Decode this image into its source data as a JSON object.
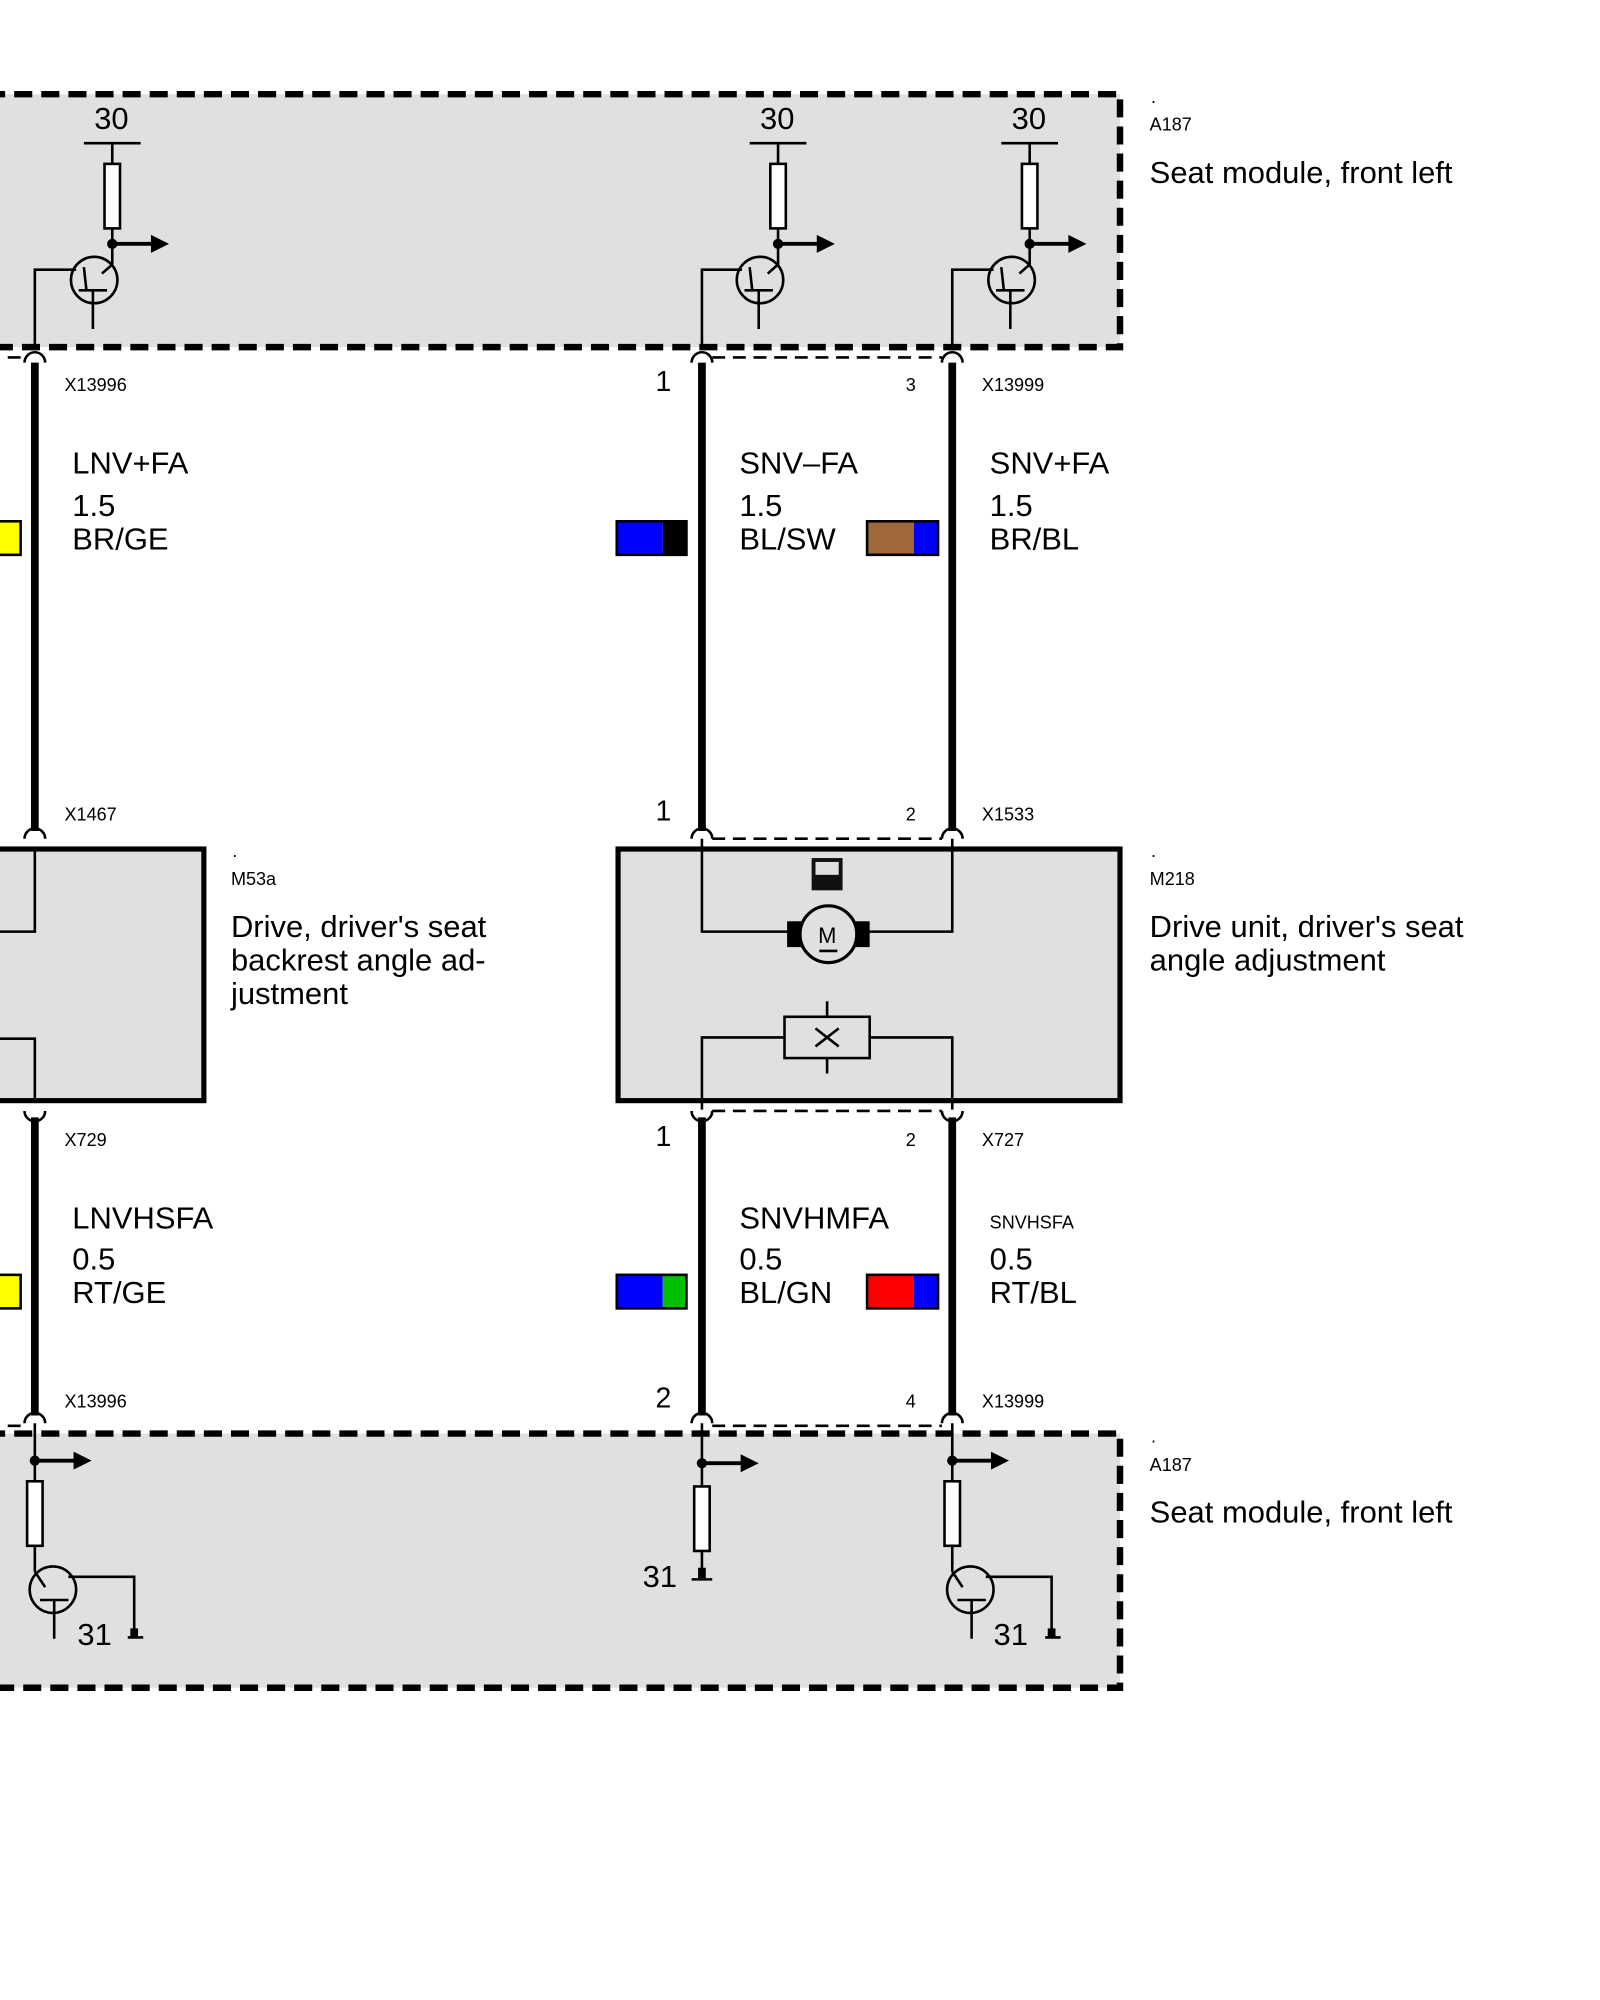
{
  "modules": {
    "top": {
      "dot": ".",
      "id": "A187",
      "name": "Seat module, front left",
      "terminals": [
        "30",
        "30",
        "30"
      ]
    },
    "bottom": {
      "dot": ".",
      "id": "A187",
      "name": "Seat module, front left",
      "terminals": [
        "31",
        "31",
        "31"
      ]
    }
  },
  "components": {
    "m53a": {
      "dot": ".",
      "id": "M53a",
      "name_lines": [
        "Drive, driver's seat",
        "backrest angle ad-",
        "justment"
      ]
    },
    "m218": {
      "dot": ".",
      "id": "M218",
      "name_lines": [
        "Drive unit, driver's seat",
        "angle adjustment"
      ],
      "motor_label": "M"
    }
  },
  "connectors": {
    "row1": {
      "left": "X13996",
      "pin_mid": "1",
      "pin_right": "3",
      "right": "X13999"
    },
    "row2": {
      "left": "X1467",
      "pin_mid": "1",
      "pin_right": "2",
      "right": "X1533"
    },
    "row3": {
      "left": "X729",
      "pin_mid": "1",
      "pin_right": "2",
      "right": "X727"
    },
    "row4": {
      "left": "X13996",
      "pin_mid": "2",
      "pin_right": "4",
      "right": "X13999"
    }
  },
  "wires": {
    "upper": [
      {
        "name": "LNV+FA",
        "size": "1.5",
        "color": "BR/GE",
        "swatch": [
          "#ffff00"
        ]
      },
      {
        "name": "SNV–FA",
        "size": "1.5",
        "color": "BL/SW",
        "swatch": [
          "#0000ff",
          "#000000"
        ]
      },
      {
        "name": "SNV+FA",
        "size": "1.5",
        "color": "BR/BL",
        "swatch": [
          "#a0693c",
          "#0000ff"
        ]
      }
    ],
    "lower": [
      {
        "name": "LNVHSFA",
        "size": "0.5",
        "color": "RT/GE",
        "swatch": [
          "#ffff00"
        ]
      },
      {
        "name": "SNVHMFA",
        "size": "0.5",
        "color": "BL/GN",
        "swatch": [
          "#0000ff",
          "#00c000"
        ]
      },
      {
        "name": "SNVHSFA",
        "size": "0.5",
        "color": "RT/BL",
        "swatch": [
          "#ff0000",
          "#0000ff"
        ]
      }
    ]
  }
}
